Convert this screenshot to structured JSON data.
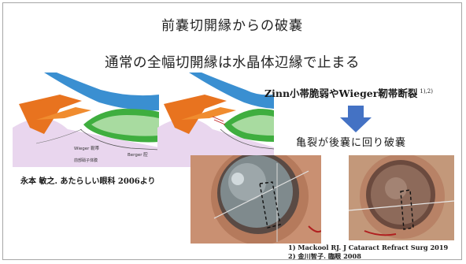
{
  "slide": {
    "title": "前嚢切開縁からの破嚢",
    "subtitle": "通常の全幅切開縁は水晶体辺縁で止まる",
    "cause_text": "Zinn小帯脆弱やWieger靭帯断裂",
    "cause_ref": "1),2)",
    "result_text": "亀裂が後嚢に回り破嚢",
    "figure_credit": "永本 敏之. あたらしい眼科 2006より",
    "diagram_labels": {
      "wieger": "Wieger 靭帯",
      "berger": "Berger 腔",
      "vitreous": "前部硝子体膜"
    },
    "references": [
      "1) Mackool RJ. J Cataract Refract Surg 2019",
      "2) 金川智子. 臨眼 2008"
    ]
  },
  "icons": {
    "arrow": "down-arrow-icon"
  },
  "colors": {
    "arrow": "#4472c4",
    "cornea": "#3a8fd1",
    "iris": "#e8731f",
    "lens": "#3fae3f",
    "vitreous": "#e9d6ee",
    "photo_bg": "#c8916f"
  }
}
